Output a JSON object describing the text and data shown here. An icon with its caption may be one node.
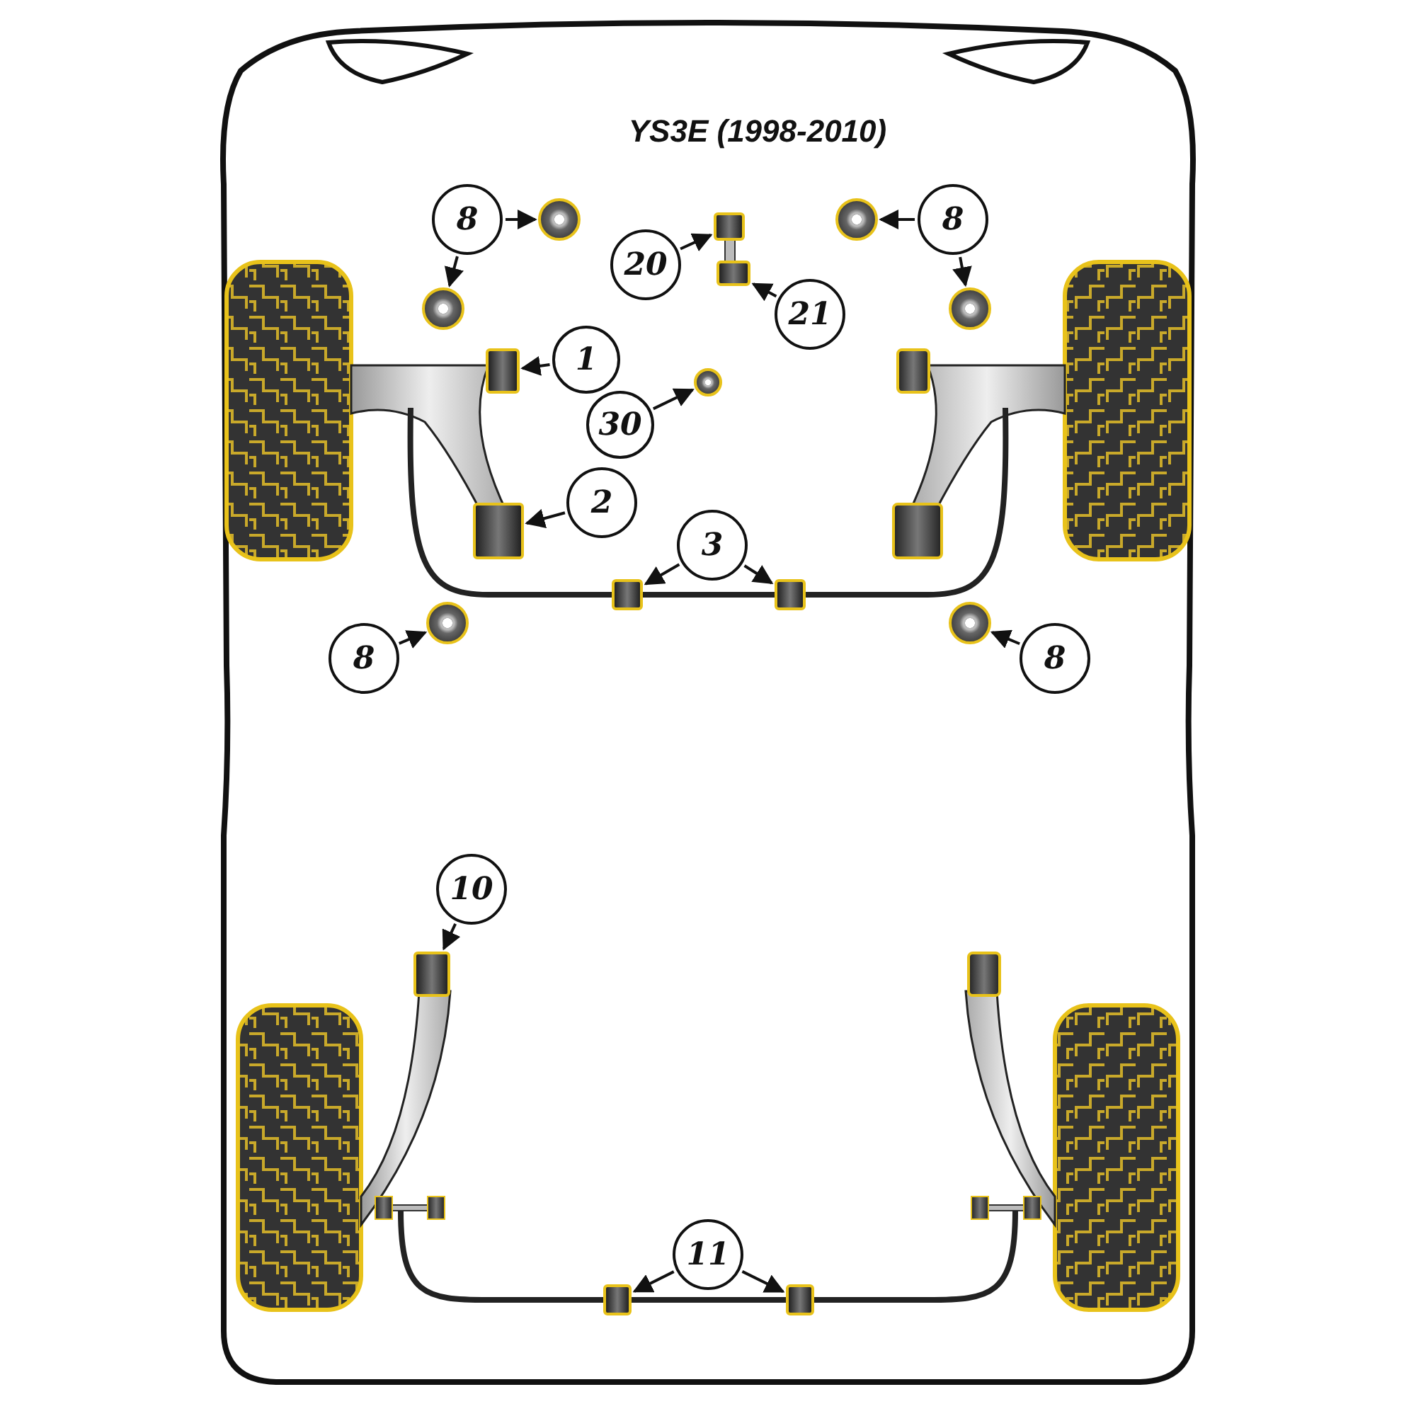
{
  "diagram": {
    "title": "YS3E (1998-2010)",
    "nodes": [
      {
        "text": [
          "8"
        ]
      },
      {
        "text": [],
        "shape": "circle"
      },
      {
        "text": [],
        "shape": "circle"
      },
      {
        "text": [
          "20"
        ]
      },
      {
        "text": [],
        "shape": "box"
      },
      {
        "text": [
          "21"
        ]
      },
      {
        "text": [],
        "shape": "box"
      },
      {
        "text": [
          "8"
        ]
      },
      {
        "text": [],
        "shape": "circle"
      },
      {
        "text": [],
        "shape": "circle"
      },
      {
        "text": [
          "1"
        ]
      },
      {
        "text": [],
        "shape": "box"
      },
      {
        "text": [
          "30"
        ]
      },
      {
        "text": [],
        "shape": "circle"
      },
      {
        "text": [
          "2"
        ]
      },
      {
        "text": [],
        "shape": "box"
      },
      {
        "text": [
          "3"
        ]
      },
      {
        "text": [],
        "shape": "box"
      },
      {
        "text": [],
        "shape": "box"
      },
      {
        "text": [
          "8"
        ]
      },
      {
        "text": [],
        "shape": "circle"
      },
      {
        "text": [
          "8"
        ]
      },
      {
        "text": [],
        "shape": "circle"
      },
      {
        "text": [
          "10"
        ]
      },
      {
        "text": [],
        "shape": "box"
      },
      {
        "text": [
          "11"
        ]
      },
      {
        "text": [],
        "shape": "box"
      },
      {
        "text": [],
        "shape": "box"
      }
    ],
    "edges": [
      {
        "from": 0,
        "to": 1,
        "arrow": "to"
      },
      {
        "from": 0,
        "to": 2,
        "arrow": "to"
      },
      {
        "from": 3,
        "to": 4,
        "arrow": "to"
      },
      {
        "from": 5,
        "to": 6,
        "arrow": "to"
      },
      {
        "from": 7,
        "to": 8,
        "arrow": "to"
      },
      {
        "from": 7,
        "to": 9,
        "arrow": "to"
      },
      {
        "from": 10,
        "to": 11,
        "arrow": "to"
      },
      {
        "from": 12,
        "to": 13,
        "arrow": "to"
      },
      {
        "from": 14,
        "to": 15,
        "arrow": "to"
      },
      {
        "from": 16,
        "to": 17,
        "arrow": "to"
      },
      {
        "from": 16,
        "to": 18,
        "arrow": "to"
      },
      {
        "from": 19,
        "to": 20,
        "arrow": "to"
      },
      {
        "from": 21,
        "to": 22,
        "arrow": "to"
      },
      {
        "from": 23,
        "to": 24,
        "arrow": "to"
      },
      {
        "from": 25,
        "to": 26,
        "arrow": "to"
      },
      {
        "from": 25,
        "to": 27,
        "arrow": "to"
      }
    ]
  }
}
